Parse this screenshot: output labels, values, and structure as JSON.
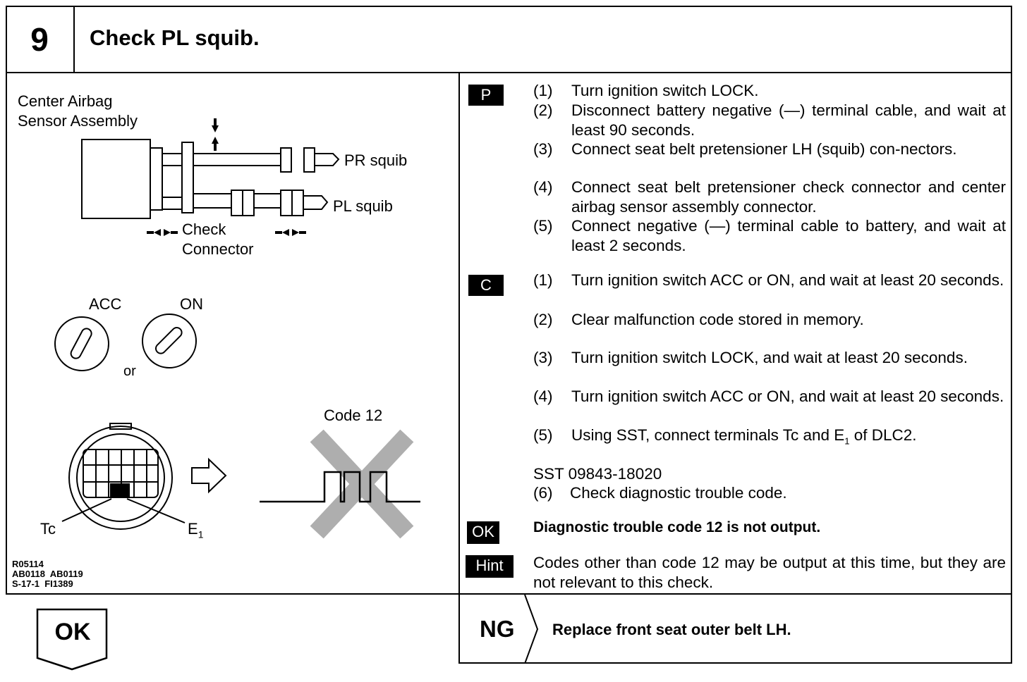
{
  "step": {
    "number": "9",
    "title": "Check PL squib."
  },
  "diagram": {
    "sensor_label_1": "Center Airbag",
    "sensor_label_2": "Sensor Assembly",
    "pr_squib": "PR squib",
    "pl_squib": "PL squib",
    "check_label_1": "Check",
    "check_label_2": "Connector",
    "acc": "ACC",
    "on": "ON",
    "or": "or",
    "code": "Code 12",
    "tc": "Tc",
    "e1": "E",
    "e1_sub": "1",
    "ref_1": "R05114",
    "ref_2": "AB0118  AB0119",
    "ref_3": "S-17-1  FI1389"
  },
  "prepare": {
    "tag": "P",
    "items": [
      {
        "n": "(1)",
        "text": "Turn ignition switch LOCK."
      },
      {
        "n": "(2)",
        "text": "Disconnect battery negative (—) terminal cable, and wait at least 90 seconds."
      },
      {
        "n": "(3)",
        "text": "Connect seat belt pretensioner LH (squib) con-nectors."
      },
      {
        "n": "(4)",
        "text": "Connect seat belt pretensioner check connector and center airbag sensor assembly connector."
      },
      {
        "n": "(5)",
        "text": "Connect negative (—) terminal cable to battery, and wait at least 2 seconds."
      }
    ]
  },
  "check": {
    "tag": "C",
    "items": [
      {
        "n": "(1)",
        "text": "Turn ignition switch ACC or ON, and wait at least 20 seconds."
      },
      {
        "n": "(2)",
        "text": "Clear malfunction code stored in memory."
      },
      {
        "n": "(3)",
        "text": "Turn ignition switch LOCK, and wait at least 20 seconds."
      },
      {
        "n": "(4)",
        "text": "Turn ignition switch ACC or ON, and wait at least 20 seconds."
      },
      {
        "n": "(5)",
        "text": "Using SST, connect terminals Tc and E",
        "sub": "1",
        "tail": " of DLC2."
      },
      {
        "n": "",
        "text": "SST 09843-18020"
      },
      {
        "n": "(6)",
        "text": "Check diagnostic trouble code."
      }
    ]
  },
  "ok": {
    "tag": "OK",
    "text": "Diagnostic trouble code 12 is not output."
  },
  "hint": {
    "tag": "Hint",
    "text": "Codes other than code 12 may be output at this time, but they are not relevant to this check."
  },
  "result_ok": {
    "label": "OK"
  },
  "result_ng": {
    "label": "NG",
    "action": "Replace front seat outer belt LH."
  }
}
